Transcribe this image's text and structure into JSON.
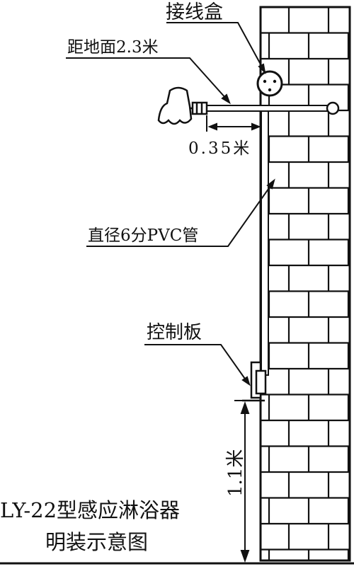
{
  "labels": {
    "junction_box": "接线盒",
    "height_from_floor": "距地面2.3米",
    "arm_length": "0.35米",
    "pvc_pipe": "直径6分PVC管",
    "control_panel": "控制板",
    "panel_height": "1.1米"
  },
  "caption": {
    "line1": "LY-22型感应淋浴器",
    "line2": "明装示意图"
  }
}
